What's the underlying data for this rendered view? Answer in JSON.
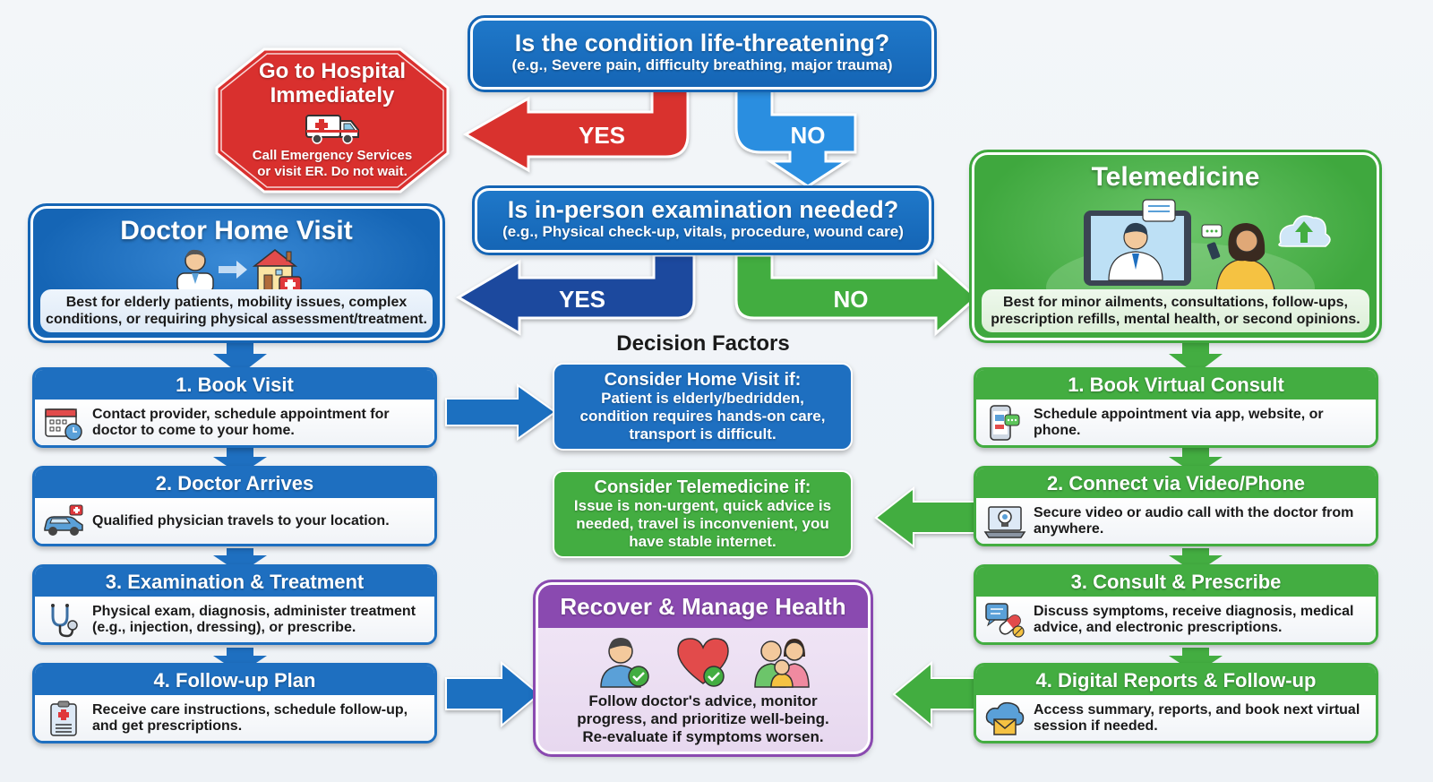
{
  "colors": {
    "emergency_red": "#d9302e",
    "question_blue": "#1565b5",
    "home_visit_blue": "#1e6fc0",
    "yes_navy": "#1c4a9e",
    "no_light_blue": "#2a8ee0",
    "telemedicine_green": "#43ad41",
    "recover_purple": "#8a4ab0"
  },
  "question1": {
    "title": "Is the condition life-threatening?",
    "subtitle": "(e.g., Severe pain, difficulty breathing, major trauma)"
  },
  "question1_branches": {
    "yes": "YES",
    "no": "NO"
  },
  "hospital": {
    "title_line1": "Go to Hospital",
    "title_line2": "Immediately",
    "icon": "ambulance-icon",
    "text_line1": "Call Emergency Services",
    "text_line2": "or visit ER. Do not wait."
  },
  "question2": {
    "title": "Is in-person examination needed?",
    "subtitle": "(e.g., Physical check-up, vitals, procedure, wound care)"
  },
  "question2_branches": {
    "yes": "YES",
    "no": "NO"
  },
  "home_visit": {
    "title": "Doctor Home Visit",
    "icons": [
      "doctor-icon",
      "arrow-right-icon",
      "house-icon",
      "medical-kit-icon"
    ],
    "description": "Best for elderly patients, mobility issues, complex conditions, or requiring physical assessment/treatment.",
    "steps": [
      {
        "title": "1. Book Visit",
        "icon": "calendar-clock-icon",
        "text": "Contact provider, schedule appointment for doctor to come to your home."
      },
      {
        "title": "2. Doctor Arrives",
        "icon": "car-medical-icon",
        "text": "Qualified physician travels to your location."
      },
      {
        "title": "3. Examination & Treatment",
        "icon": "stethoscope-icon",
        "text": "Physical exam, diagnosis, administer treatment (e.g., injection, dressing), or prescribe."
      },
      {
        "title": "4. Follow-up Plan",
        "icon": "clipboard-icon",
        "text": "Receive care instructions, schedule follow-up, and get prescriptions."
      }
    ]
  },
  "telemedicine": {
    "title": "Telemedicine",
    "icons": [
      "tablet-doctor-icon",
      "chat-bubble-icon",
      "patient-phone-icon",
      "cloud-upload-icon"
    ],
    "description": "Best for minor ailments, consultations, follow-ups, prescription refills, mental health, or second opinions.",
    "steps": [
      {
        "title": "1. Book Virtual Consult",
        "icon": "phone-chat-icon",
        "text": "Schedule appointment via app, website, or phone."
      },
      {
        "title": "2. Connect via Video/Phone",
        "icon": "laptop-webcam-icon",
        "text": "Secure video or audio call with the doctor from anywhere."
      },
      {
        "title": "3. Consult & Prescribe",
        "icon": "chat-pill-icon",
        "text": "Discuss symptoms, receive diagnosis, medical advice, and electronic prescriptions."
      },
      {
        "title": "4. Digital Reports & Follow-up",
        "icon": "cloud-mail-icon",
        "text": "Access summary, reports, and book next virtual session if needed."
      }
    ]
  },
  "decision_factors": {
    "title": "Decision Factors",
    "home_visit": {
      "title": "Consider Home Visit if:",
      "lines": [
        "Patient is elderly/bedridden,",
        "condition requires hands-on care,",
        "transport is difficult."
      ]
    },
    "telemedicine": {
      "title": "Consider Telemedicine if:",
      "lines": [
        "Issue is non-urgent, quick advice is",
        "needed, travel is inconvenient, you",
        "have stable internet."
      ]
    }
  },
  "recover": {
    "title": "Recover & Manage Health",
    "icons": [
      "person-check-icon",
      "heart-check-icon",
      "family-icon"
    ],
    "lines": [
      "Follow doctor's advice, monitor",
      "progress, and prioritize well-being.",
      "Re-evaluate if symptoms worsen."
    ]
  }
}
